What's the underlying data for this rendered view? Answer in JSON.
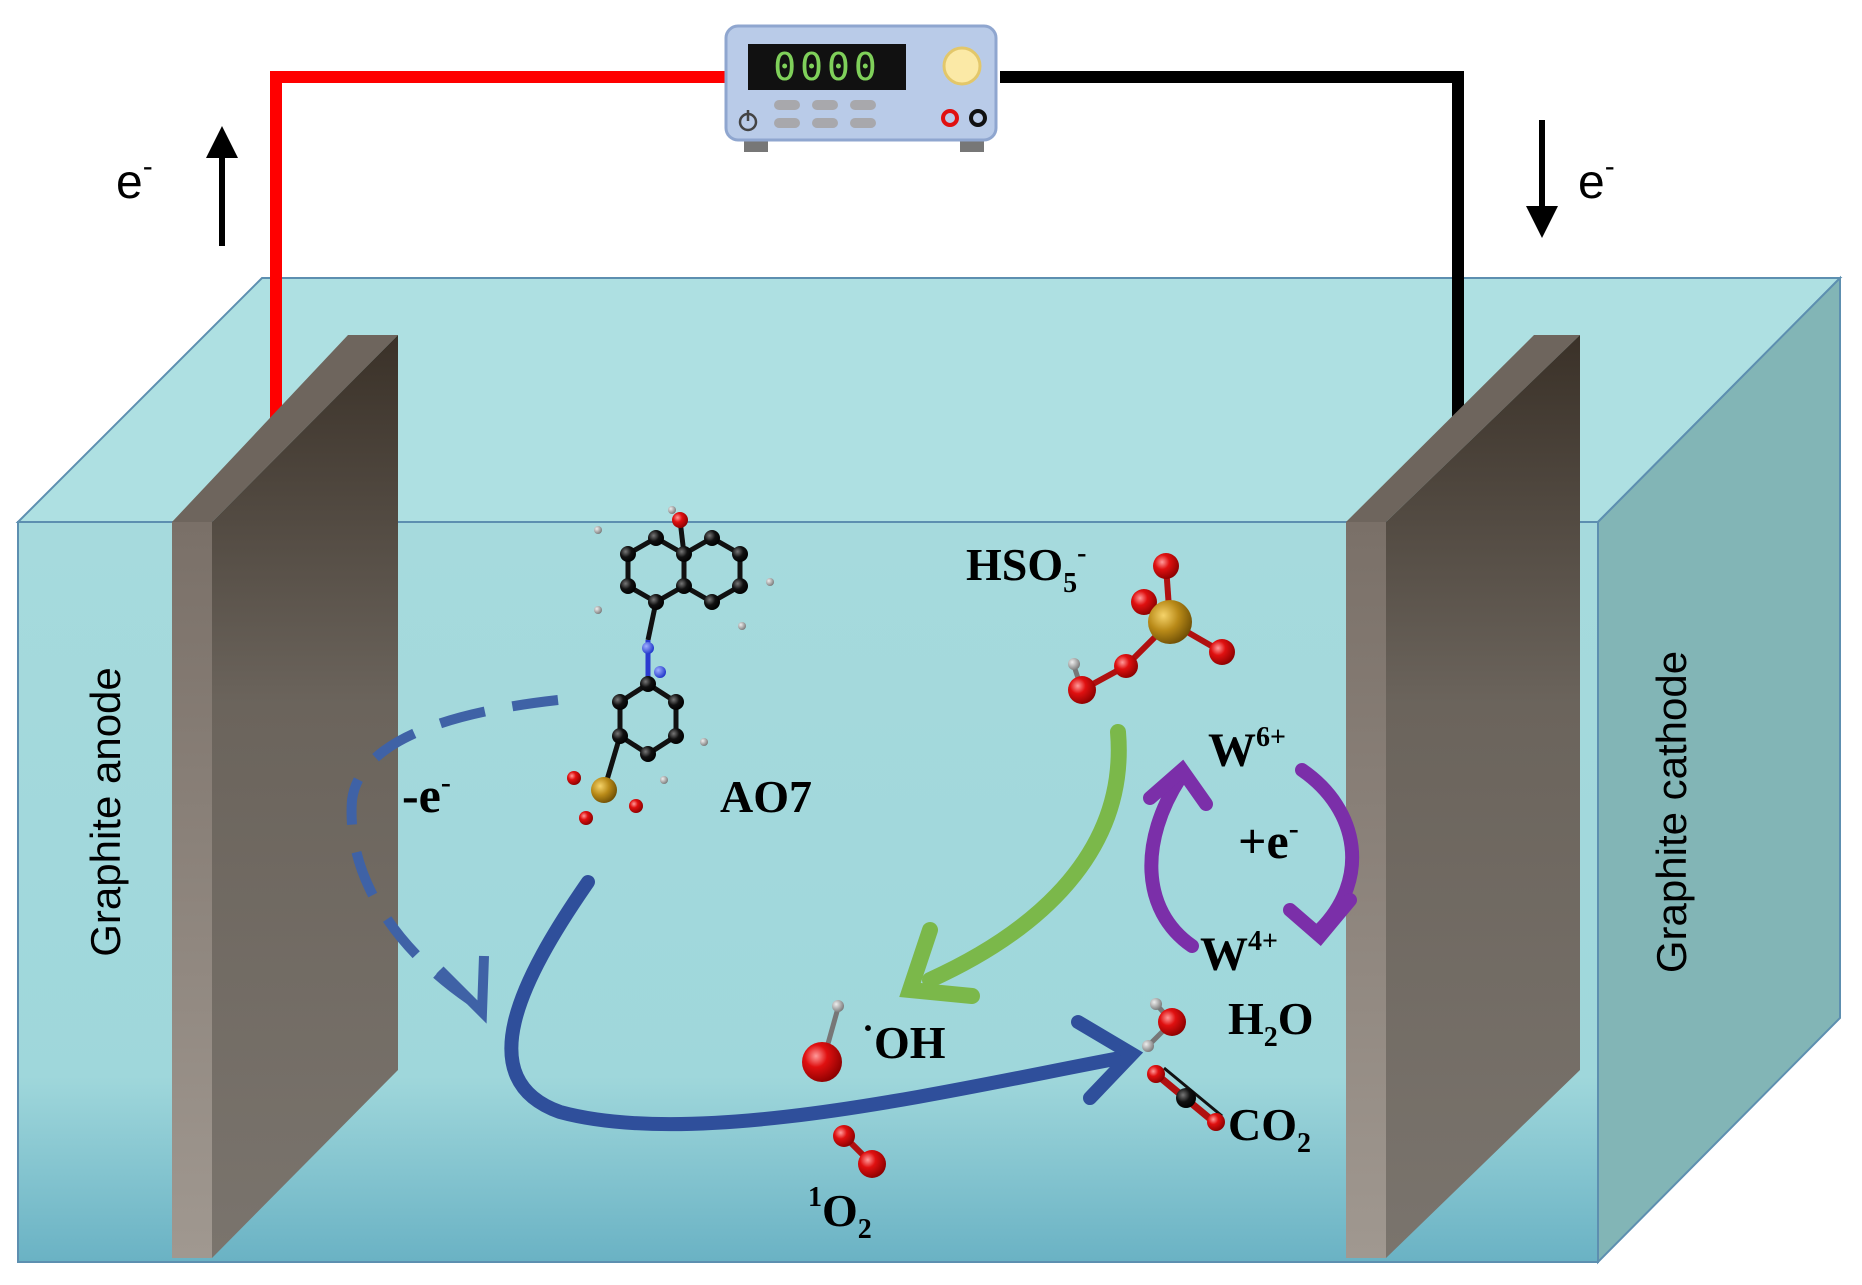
{
  "power_supply": {
    "display": "0000",
    "power_icon": "power-icon",
    "display_color": "#7fd05a",
    "body_color": "#b9cbe8"
  },
  "electron_flow": {
    "left_label": "e",
    "left_sup": "-",
    "right_label": "e",
    "right_sup": "-"
  },
  "electrodes": {
    "anode": "Graphite anode",
    "cathode": "Graphite cathode",
    "anode_wire_color": "#ff0000",
    "cathode_wire_color": "#000000"
  },
  "species": {
    "hso5": {
      "base": "HSO",
      "sub": "5",
      "sup": "-"
    },
    "ao7": "AO7",
    "minus_e": {
      "base": "-e",
      "sup": "-"
    },
    "plus_e": {
      "base": "+e",
      "sup": "-"
    },
    "w6": {
      "base": "W",
      "sup": "6+"
    },
    "w4": {
      "base": "W",
      "sup": "4+"
    },
    "oh": {
      "sup": "·",
      "base": "OH"
    },
    "h2o": {
      "base": "H",
      "sub": "2",
      "tail": "O"
    },
    "co2": {
      "base": "CO",
      "sub": "2"
    },
    "singlet_o2": {
      "sup": "1",
      "base": "O",
      "sub": "2"
    }
  },
  "colors": {
    "water": "#a9dde0",
    "electrode": "#8a8178",
    "dashed_arrow": "#3f62a6",
    "blue_arrow": "#2f4f9b",
    "green_arrow": "#7bb84a",
    "purple_arrow": "#7b2fa9"
  }
}
